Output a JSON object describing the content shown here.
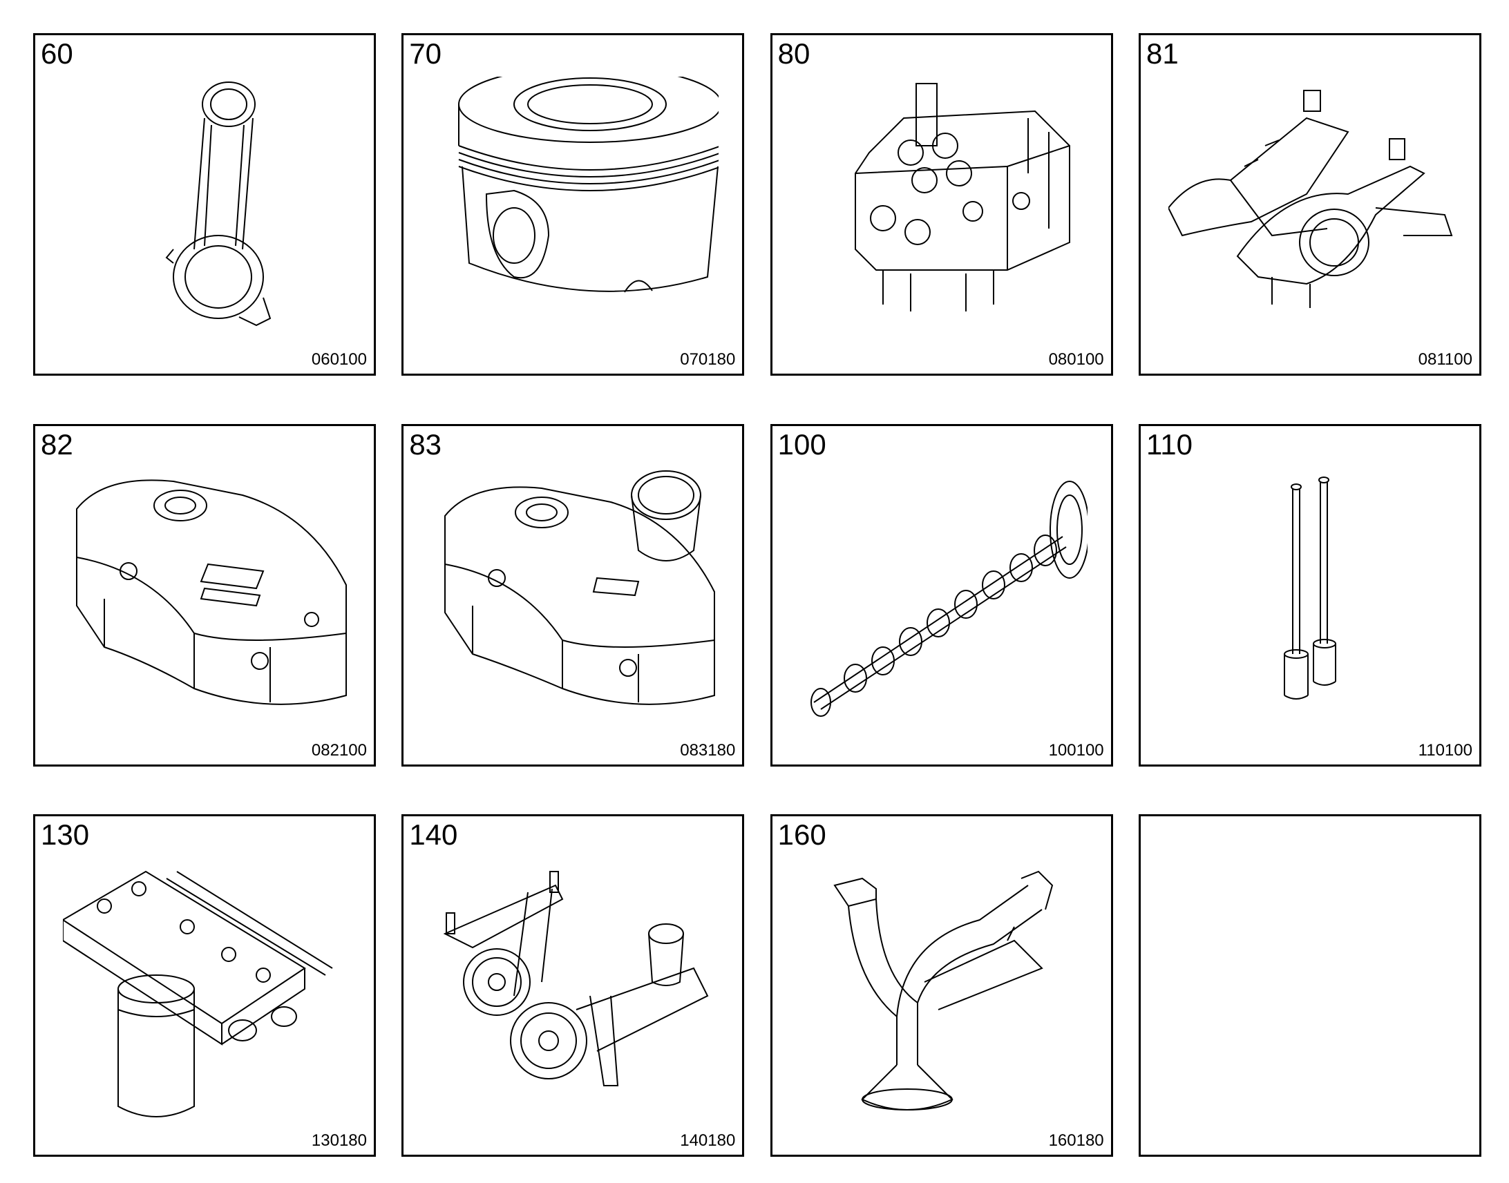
{
  "tiles": [
    {
      "number": "60",
      "code": "060100",
      "icon": "connecting-rod-icon"
    },
    {
      "number": "70",
      "code": "070180",
      "icon": "piston-icon"
    },
    {
      "number": "80",
      "code": "080100",
      "icon": "cylinder-head-icon"
    },
    {
      "number": "81",
      "code": "081100",
      "icon": "rocker-arm-icon"
    },
    {
      "number": "82",
      "code": "082100",
      "icon": "valve-cover-icon"
    },
    {
      "number": "83",
      "code": "083180",
      "icon": "valve-cover-with-cap-icon"
    },
    {
      "number": "100",
      "code": "100100",
      "icon": "camshaft-icon"
    },
    {
      "number": "110",
      "code": "110100",
      "icon": "push-rods-icon"
    },
    {
      "number": "130",
      "code": "130180",
      "icon": "oil-filter-housing-icon"
    },
    {
      "number": "140",
      "code": "140180",
      "icon": "oil-pump-icon"
    },
    {
      "number": "160",
      "code": "160180",
      "icon": "oil-suction-pipe-icon"
    },
    {
      "number": "",
      "code": "",
      "icon": ""
    }
  ]
}
